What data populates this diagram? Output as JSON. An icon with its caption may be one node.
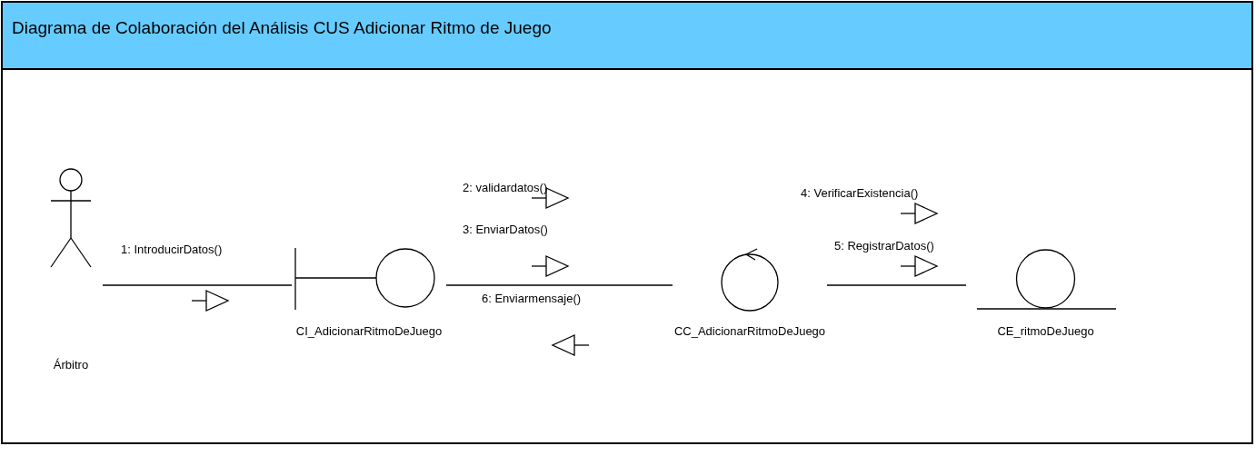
{
  "diagram": {
    "title": "Diagrama de Colaboración del Análisis CUS Adicionar Ritmo de Juego",
    "nodes": [
      {
        "text": [
          "Árbitro"
        ]
      },
      {
        "text": [
          "CI_AdicionarRitmoDeJuego"
        ]
      },
      {
        "text": [
          "CC_AdicionarRitmoDeJuego"
        ]
      },
      {
        "text": [
          "CE_ritmoDeJuego"
        ]
      }
    ],
    "edges": [
      {
        "from": 0,
        "to": 1,
        "arrow": "none"
      },
      {
        "from": 1,
        "to": 2,
        "arrow": "none"
      },
      {
        "from": 2,
        "to": 3,
        "arrow": "none"
      }
    ],
    "labels": [
      "1: IntroducirDatos()",
      "2: validardatos()",
      "3: EnviarDatos()",
      "4: VerificarExistencia()",
      "5: RegistrarDatos()",
      "6: Enviarmensaje()"
    ]
  }
}
